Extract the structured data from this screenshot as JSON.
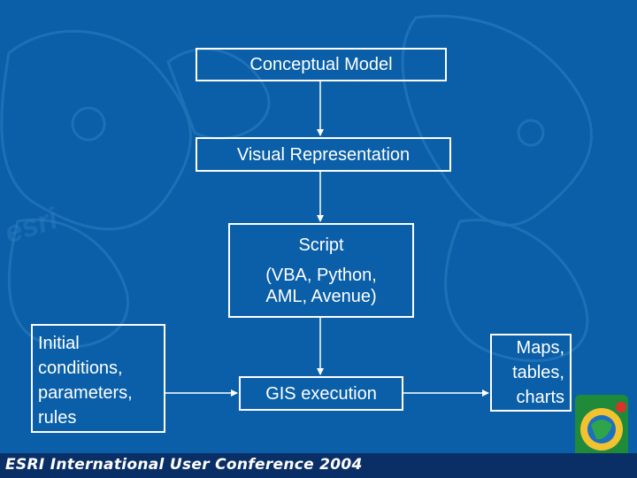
{
  "diagram": {
    "nodes": {
      "conceptual_model": "Conceptual Model",
      "visual_representation": "Visual Representation",
      "script_title": "Script",
      "script_detail": "(VBA, Python, AML, Avenue)",
      "inputs": "Initial conditions, parameters, rules",
      "gis_execution": "GIS execution",
      "outputs": "Maps, tables, charts"
    },
    "edges": [
      {
        "from": "Conceptual Model",
        "to": "Visual Representation"
      },
      {
        "from": "Visual Representation",
        "to": "Script"
      },
      {
        "from": "Script",
        "to": "GIS execution"
      },
      {
        "from": "Initial conditions, parameters, rules",
        "to": "GIS execution"
      },
      {
        "from": "GIS execution",
        "to": "Maps, tables, charts"
      }
    ]
  },
  "footer": {
    "conference": "ESRI International User Conference 2004"
  },
  "colors": {
    "background": "#0a5fa8",
    "foreground": "#ffffff",
    "footer_bar": "#0a2f66"
  }
}
